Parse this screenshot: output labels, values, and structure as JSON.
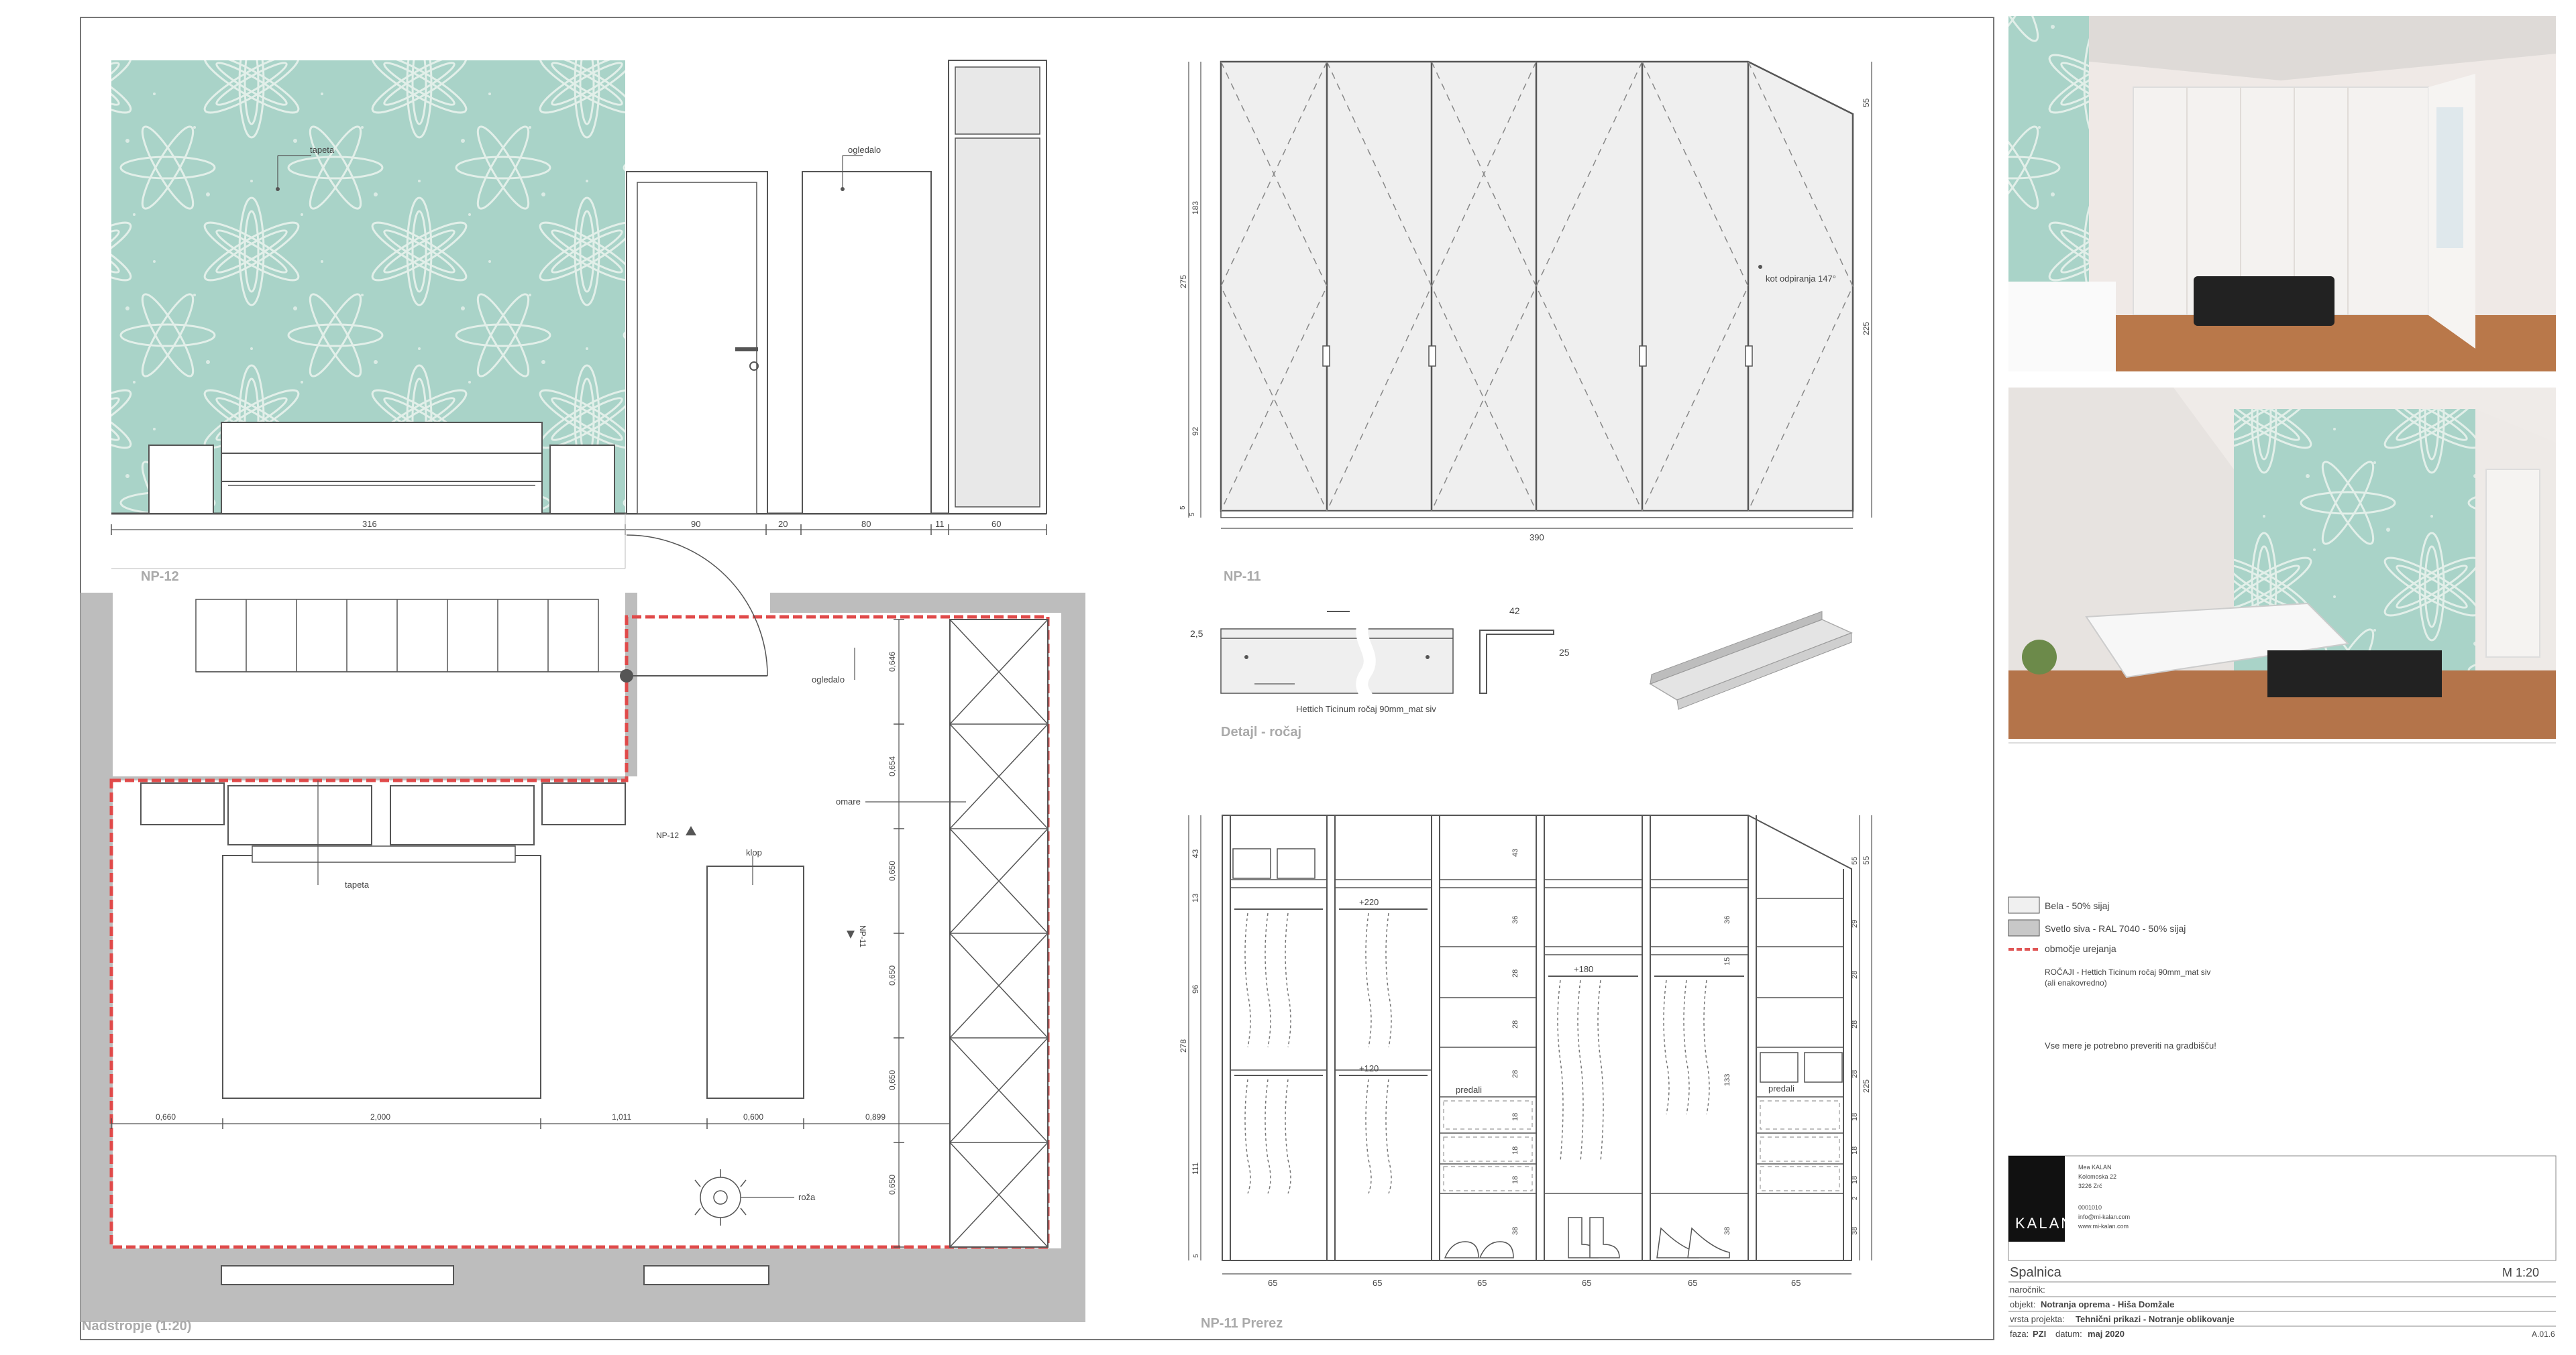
{
  "views": {
    "np12_label": "NP-12",
    "np11_label": "NP-11",
    "detail_label": "Detajl - ročaj",
    "section_label": "NP-11 Prerez",
    "plan_label": "Nadstropje (1:20)"
  },
  "elevation_np12": {
    "labels": {
      "wallpaper": "tapeta",
      "mirror": "ogledalo"
    },
    "dims": [
      "316",
      "90",
      "20",
      "80",
      "11",
      "60"
    ]
  },
  "elevation_np11": {
    "opening_angle": "kot odpiranja 147°",
    "dims_right": [
      "55",
      "225"
    ],
    "dims_left": [
      "183",
      "275",
      "92",
      "5",
      "5"
    ],
    "dim_bottom": "390"
  },
  "handle_detail": {
    "product": "Hettich Ticinum ročaj 90mm_mat siv",
    "dims": [
      "2,5",
      "42",
      "25"
    ]
  },
  "plan": {
    "labels": {
      "mirror": "ogledalo",
      "wardrobe": "omare",
      "wallpaper": "tapeta",
      "bench": "klop",
      "plant": "roža",
      "np12_marker": "NP-12",
      "np11_marker": "NP-11"
    },
    "dims_vertical": [
      "0,646",
      "0,654",
      "0,650",
      "0,650",
      "0,650",
      "0,650"
    ],
    "dims_horizontal": [
      "0,660",
      "2,000",
      "1,011",
      "0,600",
      "0,899"
    ]
  },
  "section": {
    "rail_labels": [
      "+220",
      "+120",
      "+180"
    ],
    "drawer_label": "predali",
    "dims_left": [
      "43",
      "13",
      "96",
      "278",
      "111",
      "5"
    ],
    "dims_right_outer": [
      "55",
      "225"
    ],
    "dims_right_inner": [
      "55",
      "29",
      "28",
      "28",
      "28",
      "18",
      "18",
      "18",
      "2",
      "38"
    ],
    "dims_mid1": [
      "43",
      "36",
      "28",
      "28",
      "28",
      "18",
      "18",
      "18",
      "38"
    ],
    "dims_mid2": [
      "36",
      "15",
      "133",
      "38"
    ],
    "dims_bottom": [
      "65",
      "65",
      "65",
      "65",
      "65",
      "65"
    ]
  },
  "legend": [
    {
      "text": "Bela - 50% sijaj",
      "swatch": "#f0f0f0"
    },
    {
      "text": "Svetlo siva - RAL 7040 - 50% sijaj",
      "swatch": "#c8c8c8"
    },
    {
      "text": "območje urejanja",
      "swatch": "#e05555"
    }
  ],
  "notes": {
    "handle_note_1": "ROČAJI - Hettich Ticinum ročaj 90mm_mat siv",
    "handle_note_2": "(ali enakovredno)",
    "verify_note": "Vse mere je potrebno preveriti na gradbišču!"
  },
  "company": {
    "logo": "KALAN",
    "address_1": "Mea KALAN",
    "address_2": "Kolomoska 22",
    "address_3": "3226 Zrč",
    "phone": "0001010",
    "email": "info@mi-kalan.com",
    "web": "www.mi-kalan.com"
  },
  "title_block": {
    "title": "Spalnica",
    "scale": "M 1:20",
    "client_label": "naročnik:",
    "object_label": "objekt:",
    "object_value": "Notranja oprema - Hiša Domžale",
    "type_label": "vrsta projekta:",
    "type_value": "Tehnični prikazi - Notranje oblikovanje",
    "phase_label": "faza:",
    "phase_value": "PZI",
    "date_label": "datum:",
    "date_value": "maj 2020",
    "sheet": "A.01.6"
  },
  "colors": {
    "wallpaper": "#a9d3c8",
    "red_zone": "#e04a4a",
    "wall_grey": "#bdbdbd"
  }
}
